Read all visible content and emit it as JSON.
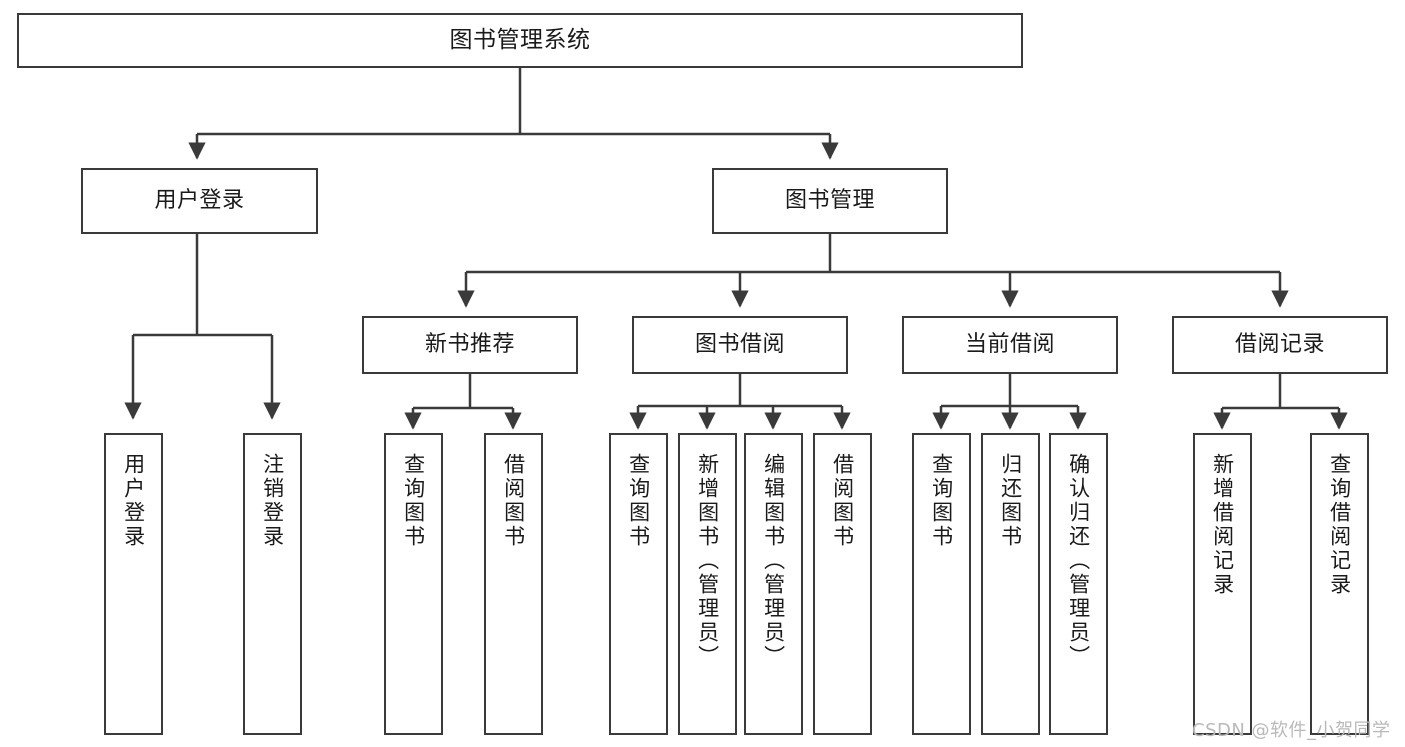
{
  "diagram": {
    "title": "图书管理系统",
    "type": "tree-hierarchy-chart",
    "colors": {
      "box_border": "#3a3a3a",
      "box_fill": "#ffffff",
      "connector": "#3a3a3a",
      "text": "#1a1a1a",
      "watermark": "#b9b9b9"
    },
    "root": {
      "label": "图书管理系统"
    },
    "level2": [
      {
        "label": "用户登录"
      },
      {
        "label": "图书管理"
      }
    ],
    "level3": [
      {
        "label": "新书推荐"
      },
      {
        "label": "图书借阅"
      },
      {
        "label": "当前借阅"
      },
      {
        "label": "借阅记录"
      }
    ],
    "leaves": {
      "user_login": [
        {
          "label": "用户登录"
        },
        {
          "label": "注销登录"
        }
      ],
      "new_book_recommend": [
        {
          "label": "查询图书"
        },
        {
          "label": "借阅图书"
        }
      ],
      "book_borrow": [
        {
          "label": "查询图书"
        },
        {
          "label": "新增图书（管理员）"
        },
        {
          "label": "编辑图书（管理员）"
        },
        {
          "label": "借阅图书"
        }
      ],
      "current_borrow": [
        {
          "label": "查询图书"
        },
        {
          "label": "归还图书"
        },
        {
          "label": "确认归还（管理员）"
        }
      ],
      "borrow_record": [
        {
          "label": "新增借阅记录"
        },
        {
          "label": "查询借阅记录"
        }
      ]
    }
  },
  "watermark": {
    "text": "CSDN @软件_小贺同学"
  }
}
